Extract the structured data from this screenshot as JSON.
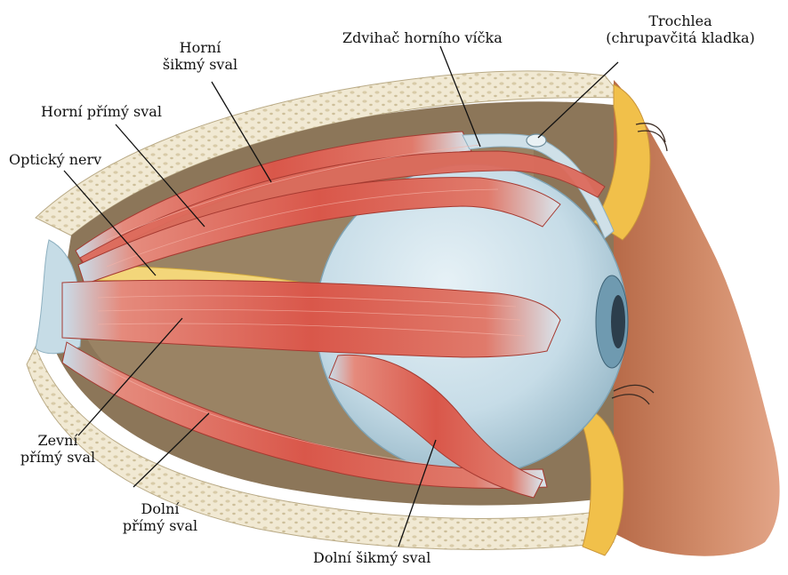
{
  "labels": {
    "superior_oblique": {
      "line1": "Horní",
      "line2": "šikmý sval"
    },
    "levator": "Zdvihač horního víčka",
    "trochlea": {
      "line1": "Trochlea",
      "line2": "(chrupavčitá kladka)"
    },
    "superior_rectus": "Horní přímý sval",
    "optic_nerve": "Optický nerv",
    "lateral_rectus": {
      "line1": "Zevní",
      "line2": "přímý sval"
    },
    "inferior_rectus": {
      "line1": "Dolní",
      "line2": "přímý sval"
    },
    "inferior_oblique": "Dolní šikmý sval"
  },
  "colors": {
    "muscle": "#d9574a",
    "muscle_light": "#ee8f80",
    "tendon": "#b9d4df",
    "eyeball": "#c9dfe9",
    "nerve": "#f2d47a",
    "bone": "#efe6cf",
    "orbit": "#8a7357",
    "skin": "#cf8462",
    "fat": "#f3c64d"
  }
}
